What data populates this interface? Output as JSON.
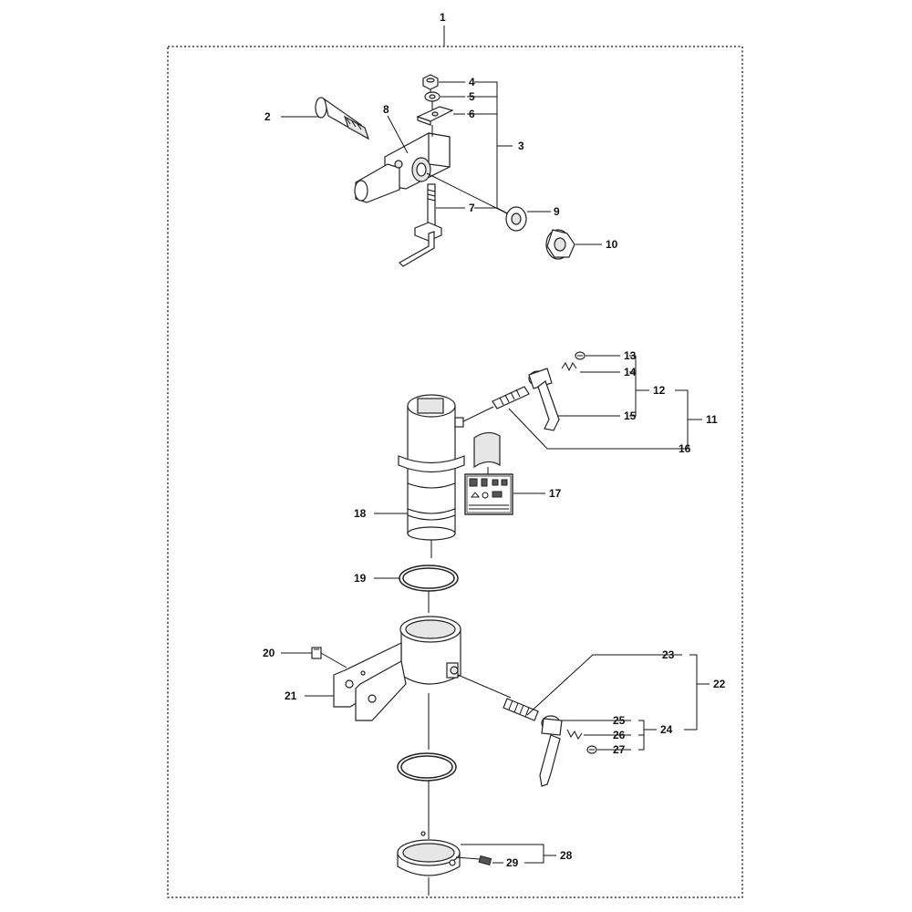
{
  "callouts": {
    "c1": "1",
    "c2": "2",
    "c3": "3",
    "c4": "4",
    "c5": "5",
    "c6": "6",
    "c7": "7",
    "c8": "8",
    "c9": "9",
    "c10": "10",
    "c11": "11",
    "c12": "12",
    "c13": "13",
    "c14": "14",
    "c15": "15",
    "c16": "16",
    "c17": "17",
    "c18": "18",
    "c19": "19",
    "c20": "20",
    "c21": "21",
    "c22": "22",
    "c23": "23",
    "c24": "24",
    "c25": "25",
    "c26": "26",
    "c27": "27",
    "c28": "28",
    "c29": "29"
  },
  "colors": {
    "line": "#222222",
    "shade": "#e6e6e6"
  }
}
